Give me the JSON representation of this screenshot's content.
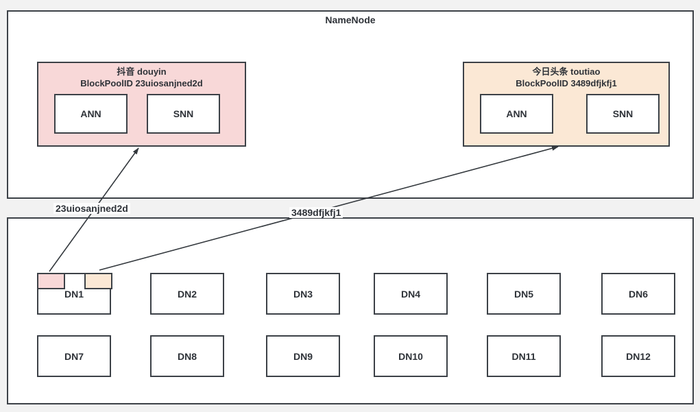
{
  "namenode": {
    "title": "NameNode",
    "pools": [
      {
        "name_line": "抖音 douyin",
        "id_line": "BlockPoolID 23uiosanjned2d",
        "fill": "#f8d8d8",
        "nodes": [
          "ANN",
          "SNN"
        ]
      },
      {
        "name_line": "今日头条 toutiao",
        "id_line": "BlockPoolID 3489dfjkfj1",
        "fill": "#fbe8d5",
        "nodes": [
          "ANN",
          "SNN"
        ]
      }
    ]
  },
  "datanodes": {
    "items": [
      "DN1",
      "DN2",
      "DN3",
      "DN4",
      "DN5",
      "DN6",
      "DN7",
      "DN8",
      "DN9",
      "DN10",
      "DN11",
      "DN12"
    ],
    "dn1_blocks": [
      {
        "pool": "douyin",
        "fill": "#f8d8d8"
      },
      {
        "pool": "toutiao",
        "fill": "#fbe8d5"
      }
    ]
  },
  "edges": [
    {
      "label": "23uiosanjned2d"
    },
    {
      "label": "3489dfjkfj1"
    }
  ],
  "colors": {
    "page_bg": "#f2f2f2",
    "box_bg": "#ffffff",
    "stroke": "#3c4147",
    "text": "#2e3238",
    "pool_douyin_fill": "#f8d8d8",
    "pool_toutiao_fill": "#fbe8d5"
  }
}
